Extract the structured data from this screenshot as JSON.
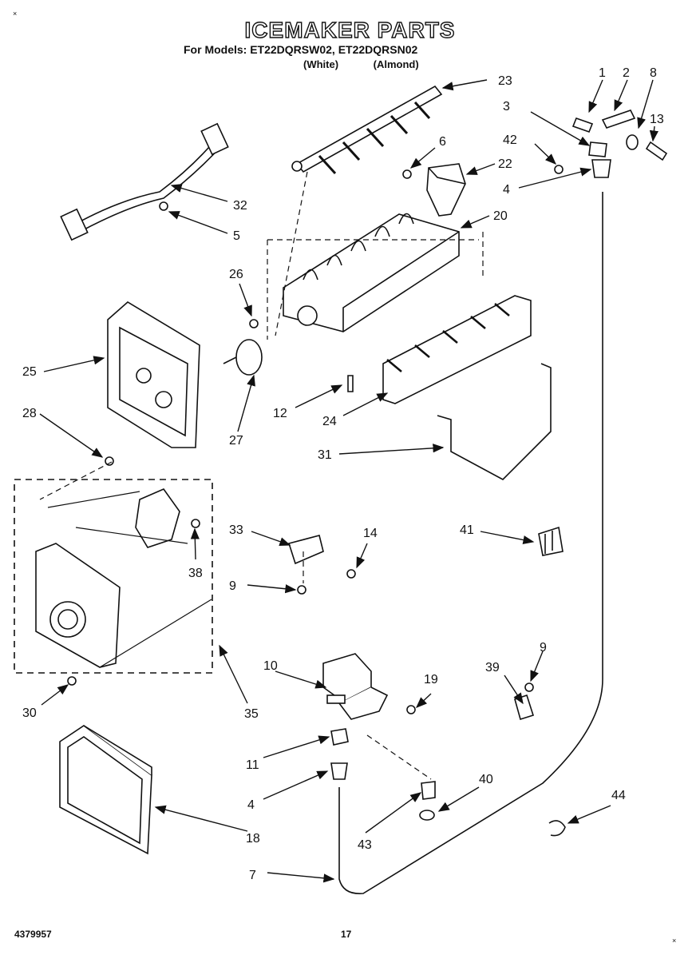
{
  "header": {
    "title": "ICEMAKER PARTS",
    "models_line": "For Models: ET22DQRSW02, ET22DQRSN02",
    "variants_line": "(White) (Almond)"
  },
  "footer": {
    "doc_number": "4379957",
    "page_number": "17"
  },
  "marks": {
    "corner_tl": "×",
    "corner_br": "×"
  },
  "callouts": {
    "c1": "1",
    "c2": "2",
    "c8": "8",
    "c3": "3",
    "c13": "13",
    "c42": "42",
    "c4a": "4",
    "c23": "23",
    "c6": "6",
    "c22": "22",
    "c20": "20",
    "c32": "32",
    "c5": "5",
    "c26": "26",
    "c25": "25",
    "c27": "27",
    "c28": "28",
    "c12": "12",
    "c24": "24",
    "c31": "31",
    "c33": "33",
    "c14": "14",
    "c41": "41",
    "c38": "38",
    "c9a": "9",
    "c35": "35",
    "c10": "10",
    "c19": "19",
    "c9b": "9",
    "c39": "39",
    "c30": "30",
    "c11": "11",
    "c4b": "4",
    "c40": "40",
    "c44": "44",
    "c18": "18",
    "c43": "43",
    "c7": "7"
  }
}
